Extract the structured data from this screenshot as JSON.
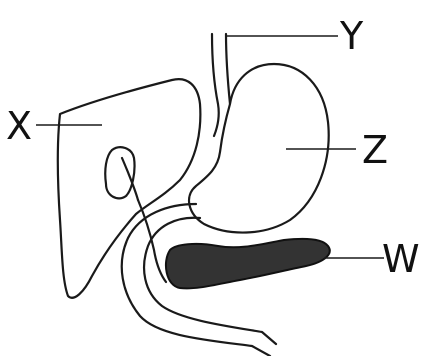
{
  "diagram": {
    "labels": {
      "x": "X",
      "y": "Y",
      "z": "Z",
      "w": "W"
    }
  }
}
